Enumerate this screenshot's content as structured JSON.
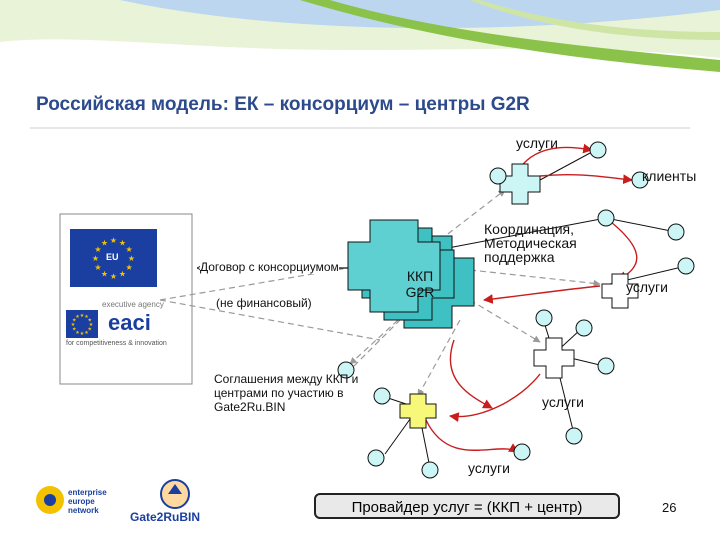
{
  "title": "Российская модель: ЕК – консорциум – центры G2R",
  "labels": {
    "services_top": "услуги",
    "clients": "клиенты",
    "coordination": "Координация,\nМетодическая\nподдержка",
    "services_right": "услуги",
    "services_mid": "услуги",
    "services_bottom": "услуги",
    "kkp_g2r": "ККП\nG2R",
    "contract": "Договор с консорциумом",
    "non_financial": "(не финансовый)",
    "agreements": "Соглашения между ККП и\nцентрами по участию в\nGate2Ru.BIN",
    "eu_flag": "EU",
    "eaci_upper": "executive agency",
    "eaci_logo": "eaci",
    "eaci_tagline": "for competitiveness & innovation",
    "een_logo": "enterprise\neurope\nnetwork",
    "gate2rubin_logo": "Gate2RuBIN"
  },
  "provider": "Провайдер услуг = (ККП + центр)",
  "page_number": "26",
  "colors": {
    "title": "#2c4a8c",
    "hub_fill": "#3fc1c4",
    "node_light_cyan": "#ccf5f5",
    "node_yellow": "#f7f77a",
    "node_white": "#ffffff",
    "service_arrow": "#c81e1e",
    "link_line": "#111111",
    "dashed_link": "#9a9a9a",
    "header_green": "#8bc34a",
    "header_blue": "#bcd6f0"
  }
}
